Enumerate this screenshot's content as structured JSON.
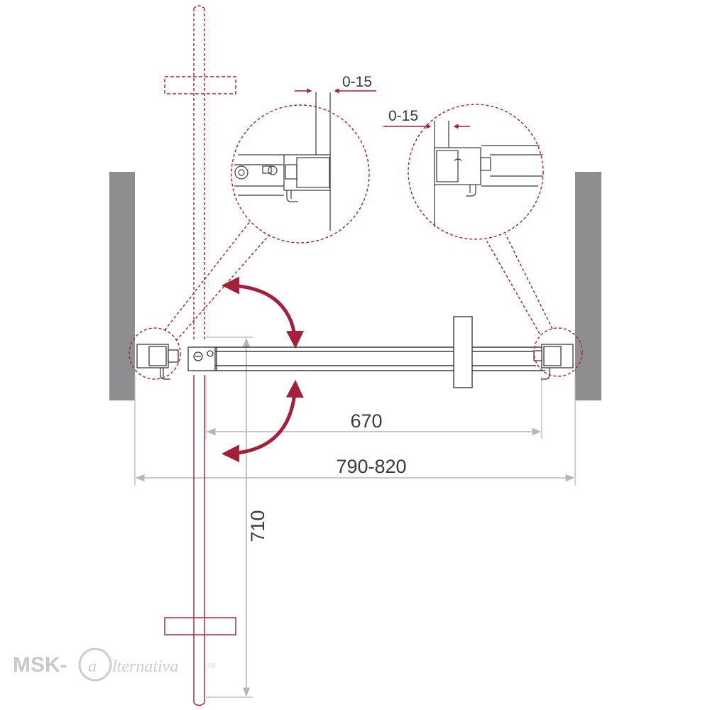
{
  "dimensions": {
    "opening_width": "670",
    "total_width": "790-820",
    "door_swing_depth": "710",
    "left_adjustment": "0-15",
    "right_adjustment": "0-15"
  },
  "colors": {
    "wall": "#8e8e91",
    "accent": "#a31f3a",
    "line": "#3a3a3a",
    "dim_line": "#b5b5b5",
    "watermark": "#c9c9c9"
  },
  "watermark": {
    "prefix": "MSK-",
    "script": "lternativa",
    "suffix": ".ru"
  }
}
